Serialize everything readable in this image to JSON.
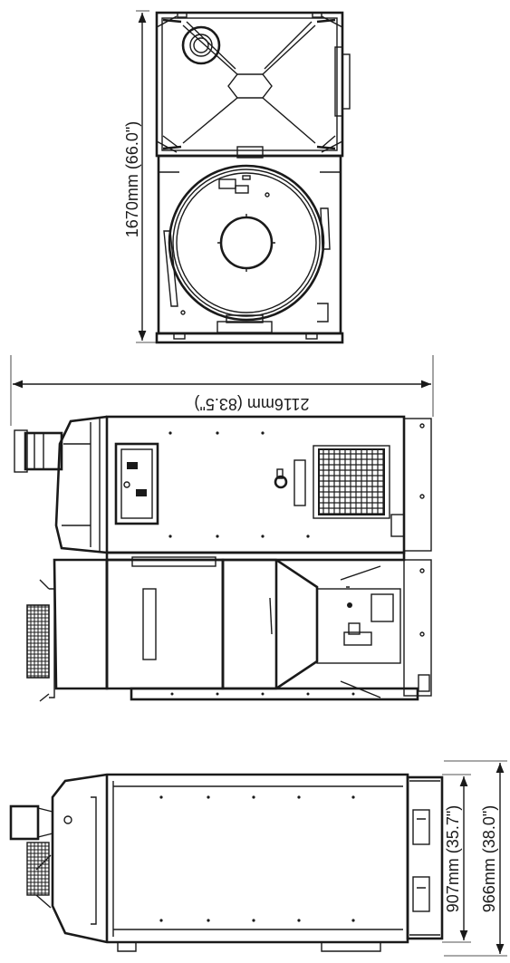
{
  "dimensions": {
    "top_height": "1670mm (66.0\")",
    "side_length": "2116mm (83.5\")",
    "front_width_inner": "907mm (35.7\")",
    "front_width_outer": "966mm (38.0\")"
  }
}
